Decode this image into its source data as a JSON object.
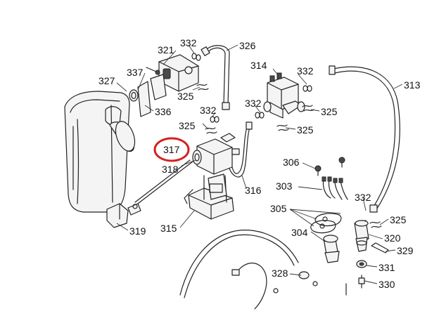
{
  "labels": {
    "l321": "321",
    "l332a": "332",
    "l326": "326",
    "l314": "314",
    "l332b": "332",
    "l313": "313",
    "l327": "327",
    "l337": "337",
    "l325a": "325",
    "l336": "336",
    "l332c": "332",
    "l332d": "332",
    "l325b": "325",
    "l325c": "325",
    "l325d": "325",
    "l317": "317",
    "l318": "318",
    "l306": "306",
    "l316": "316",
    "l303": "303",
    "l332e": "332",
    "l305": "305",
    "l325e": "325",
    "l315": "315",
    "l319": "319",
    "l304": "304",
    "l320": "320",
    "l329": "329",
    "l331": "331",
    "l328": "328",
    "l330": "330"
  },
  "highlight": {
    "target": "l317",
    "color": "#d42020"
  }
}
